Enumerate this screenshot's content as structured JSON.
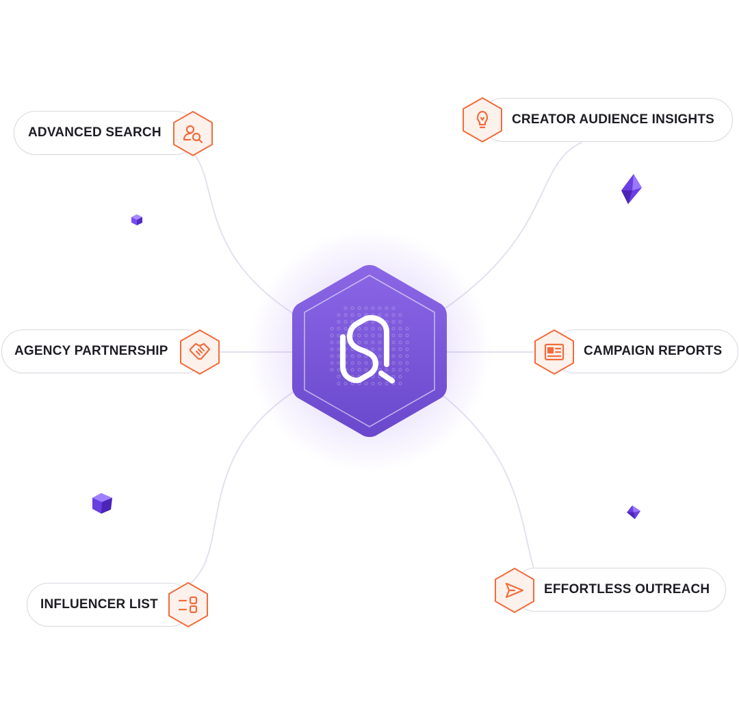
{
  "features": [
    {
      "id": "advanced-search",
      "label": "ADVANCED SEARCH",
      "icon": "user-search-icon"
    },
    {
      "id": "creator-audience-insights",
      "label": "CREATOR AUDIENCE INSIGHTS",
      "icon": "lightbulb-icon"
    },
    {
      "id": "agency-partnership",
      "label": "AGENCY PARTNERSHIP",
      "icon": "handshake-icon"
    },
    {
      "id": "campaign-reports",
      "label": "CAMPAIGN REPORTS",
      "icon": "report-icon"
    },
    {
      "id": "influencer-list",
      "label": "INFLUENCER LIST",
      "icon": "list-icon"
    },
    {
      "id": "effortless-outreach",
      "label": "EFFORTLESS OUTREACH",
      "icon": "send-icon"
    }
  ],
  "center": {
    "icon": "brand-logo-icon"
  },
  "colors": {
    "accent": "#f26b3a",
    "hex_fill": "#fdf1ec",
    "brand_purple": "#7b5ad9",
    "pill_border": "#d9d9e1",
    "connector": "#e4e0f0",
    "gem": "#6a3fe0"
  }
}
